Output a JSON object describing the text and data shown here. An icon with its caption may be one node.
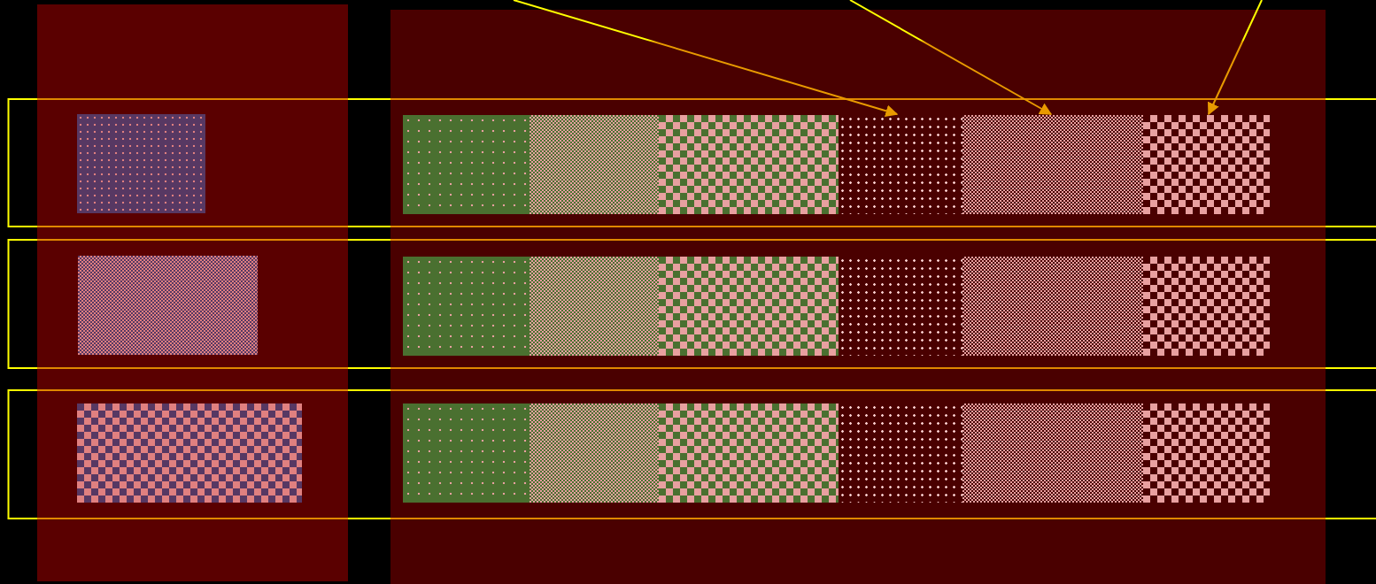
{
  "diagram": {
    "nodes": [
      {
        "text": [],
        "shape": "box"
      },
      {
        "text": [],
        "shape": "box"
      },
      {
        "text": [],
        "shape": "box"
      },
      {
        "text": [],
        "shape": "box"
      },
      {
        "text": [],
        "shape": "box"
      },
      {
        "text": [],
        "shape": "box"
      },
      {
        "text": [],
        "shape": "box"
      },
      {
        "text": [],
        "shape": "box"
      },
      {
        "text": [],
        "shape": "box"
      },
      {
        "text": [],
        "shape": "box"
      },
      {
        "text": [],
        "shape": "box"
      },
      {
        "text": [],
        "shape": "box"
      },
      {
        "text": [],
        "shape": "box"
      },
      {
        "text": [],
        "shape": "box"
      },
      {
        "text": [],
        "shape": "box"
      },
      {
        "text": [],
        "shape": "box"
      },
      {
        "text": [],
        "shape": "box"
      },
      {
        "text": [],
        "shape": "box"
      },
      {
        "text": [],
        "shape": "box"
      },
      {
        "text": [],
        "shape": "box"
      },
      {
        "text": [],
        "shape": "box"
      }
    ],
    "edges": [
      {
        "from": null,
        "to": 4,
        "arrow": "to"
      },
      {
        "from": null,
        "to": 5,
        "arrow": "to"
      },
      {
        "from": null,
        "to": 6,
        "arrow": "to"
      }
    ]
  }
}
